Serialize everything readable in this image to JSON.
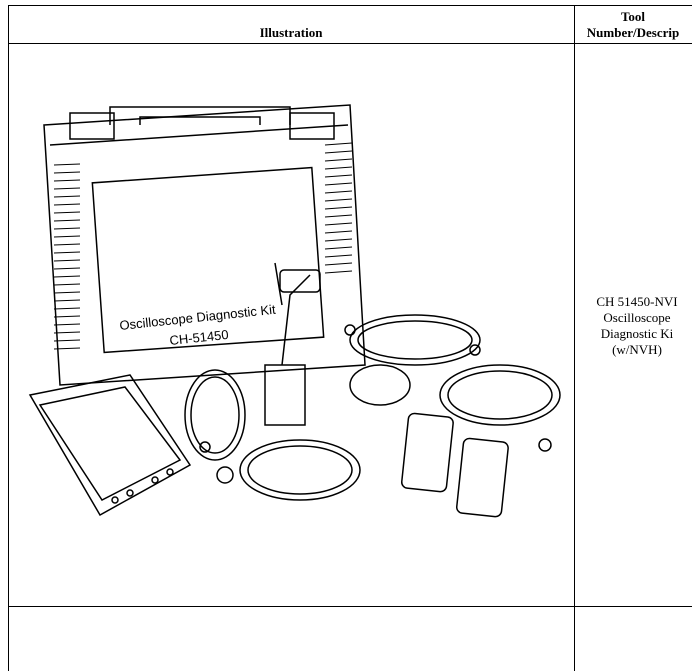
{
  "table": {
    "headers": {
      "illustration": "Illustration",
      "tool_line1": "Tool",
      "tool_line2": "Number/Descrip"
    },
    "rows": [
      {
        "tool_number": "CH 51450-NVI",
        "description_lines": [
          "Oscilloscope",
          "Diagnostic Ki",
          "(w/NVH)"
        ]
      }
    ]
  },
  "illustration": {
    "case_label_line1": "Oscilloscope Diagnostic Kit",
    "case_label_line2": "CH-51450"
  }
}
